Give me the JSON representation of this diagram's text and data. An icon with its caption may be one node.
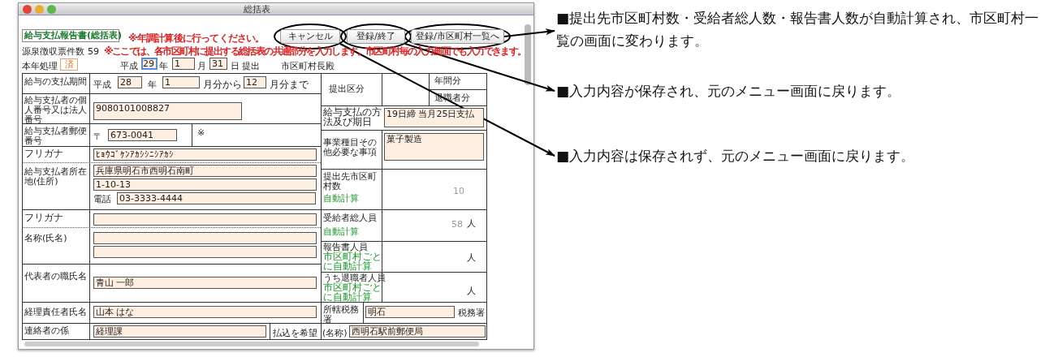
{
  "diagram": {
    "nodes": [
      {
        "text": [
          "キャンセル"
        ]
      },
      {
        "text": [
          "登録/終了"
        ]
      },
      {
        "text": [
          "登録/市区町村一覧へ"
        ]
      },
      {
        "text": [
          "■提出先市区町村数・受給者総人数・報告書人数が自動計算され、市区町村一覧の画面に変わります。"
        ]
      },
      {
        "text": [
          "■入力内容が保存され、元のメニュー画面に戻ります。"
        ]
      },
      {
        "text": [
          "■入力内容は保存されず、元のメニュー画面に戻ります。"
        ]
      }
    ],
    "edges": [
      {
        "from": 2,
        "to": 3,
        "arrow": "to"
      },
      {
        "from": 1,
        "to": 4,
        "arrow": "to"
      },
      {
        "from": 0,
        "to": 5,
        "arrow": "to"
      }
    ],
    "labels": [
      "総括表",
      "給与支払報告書(総括表)",
      "※年調計算後に行ってください。",
      "源泉徴収票件数",
      "59",
      "※ここでは、各市区町村に提出する総括表の共通部分を入力します。市区町村毎の入力画面でも入力できます。",
      "本年処理",
      "済",
      "平成",
      "29",
      "年",
      "1",
      "月",
      "31",
      "日",
      "提出",
      "市区町村長殿",
      "給与の支払期間",
      "平成",
      "28",
      "年",
      "1",
      "月分から",
      "12",
      "月分まで",
      "提出区分",
      "年間分",
      "退職者分",
      "給与支払者の個人番号又は法人番号",
      "9080101008827",
      "給与支払の方法及び期日",
      "19日締 当月25日支払",
      "給与支払者郵便番号",
      "〒",
      "673-0041",
      "※",
      "事業種目その他必要な事項",
      "菓子製造",
      "フリガナ",
      "ﾋｮｳｺﾞｹﾝｱｶｼｼﾆｼｱｶｼ",
      "給与支払者所在地(住所)",
      "兵庫県明石市西明石南町",
      "1-10-13",
      "電話",
      "03-3333-4444",
      "提出先市区町村数",
      "自動計算",
      "10",
      "フリガナ",
      "名称(氏名)",
      "受給者総人員",
      "自動計算",
      "58",
      "人",
      "報告書人員",
      "市区町村ごとに自動計算",
      "人",
      "うち退職者人員",
      "市区町村ごとに自動計算",
      "人",
      "代表者の職氏名",
      "青山 一郎",
      "経理責任者氏名",
      "山本 はな",
      "所轄税務署",
      "明石",
      "税務署",
      "連絡者の係",
      "経理課",
      "払込を希望",
      "(名称)",
      "西明石駅前郵便局"
    ]
  }
}
